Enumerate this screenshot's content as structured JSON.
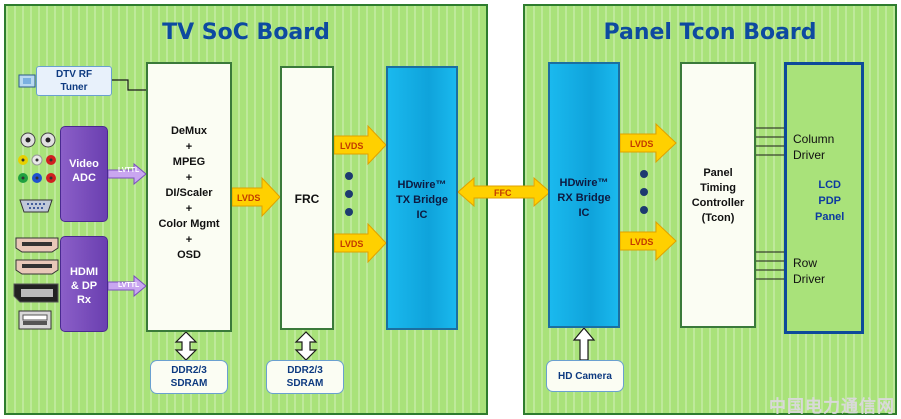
{
  "boards": {
    "soc_title": "TV SoC Board",
    "tcon_title": "Panel Tcon Board"
  },
  "blocks": {
    "dtv_tuner": [
      "DTV RF",
      "Tuner"
    ],
    "video_adc": [
      "Video",
      "ADC"
    ],
    "hdmi_rx": [
      "HDMI",
      "& DP",
      "Rx"
    ],
    "soc_main": [
      "DeMux",
      "+",
      "MPEG",
      "+",
      "DI/Scaler",
      "+",
      "Color Mgmt",
      "+",
      "OSD"
    ],
    "frc": "FRC",
    "tx_bridge": [
      "HDwire™",
      "TX Bridge",
      "IC"
    ],
    "rx_bridge": [
      "HDwire™",
      "RX Bridge",
      "IC"
    ],
    "tcon": [
      "Panel",
      "Timing",
      "Controller",
      "(Tcon)"
    ],
    "column_driver": [
      "Column",
      "Driver"
    ],
    "row_driver": [
      "Row",
      "Driver"
    ],
    "panel_types": [
      "LCD",
      "PDP",
      "Panel"
    ],
    "ddr_1": [
      "DDR2/3",
      "SDRAM"
    ],
    "ddr_2": [
      "DDR2/3",
      "SDRAM"
    ],
    "hd_camera": "HD Camera"
  },
  "links": {
    "lvttl": "LVTTL",
    "lvds": "LVDS",
    "ffc": "FFC"
  },
  "watermark": "中国电力通信网",
  "colors": {
    "board_green": "#a9e27a",
    "title_blue": "#0d4aa0",
    "bridge_blue": "#12aee6",
    "arrow_yellow": "#ffd000",
    "purple": "#7a4fbe"
  }
}
